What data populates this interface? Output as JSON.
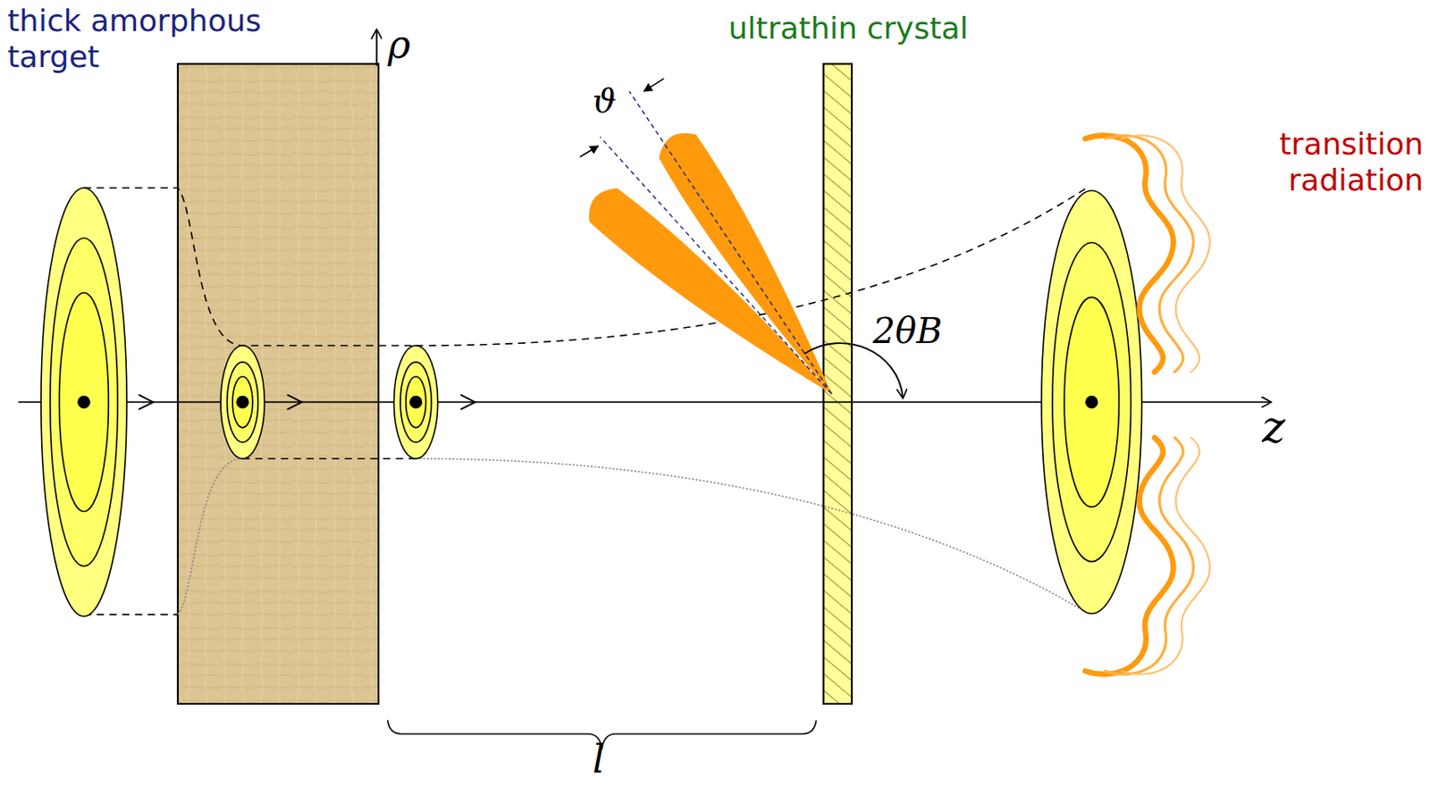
{
  "diagram": {
    "labels": [
      "thick amorphous target",
      "ρ",
      "ϑ",
      "ultrathin crystal",
      "transition radiation",
      "2θB",
      "z",
      "l"
    ]
  }
}
